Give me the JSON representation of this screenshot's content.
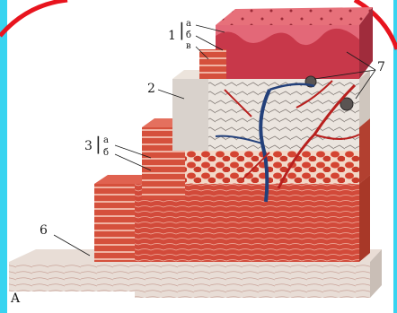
{
  "labels": {
    "l1": "1",
    "l1a": "а",
    "l1b": "б",
    "l1v": "в",
    "l2": "2",
    "l3": "3",
    "l3a": "а",
    "l3b": "б",
    "l6": "6",
    "l7": "7",
    "corner": "A"
  },
  "colors": {
    "frame_left": "#38d4f0",
    "annotation_red": "#e8141e",
    "muscle": "#d2503c",
    "epithelium": "#e0606a",
    "connective": "#e8e2dc",
    "vessel_red": "#b8201e",
    "vessel_blue": "#23407a"
  }
}
